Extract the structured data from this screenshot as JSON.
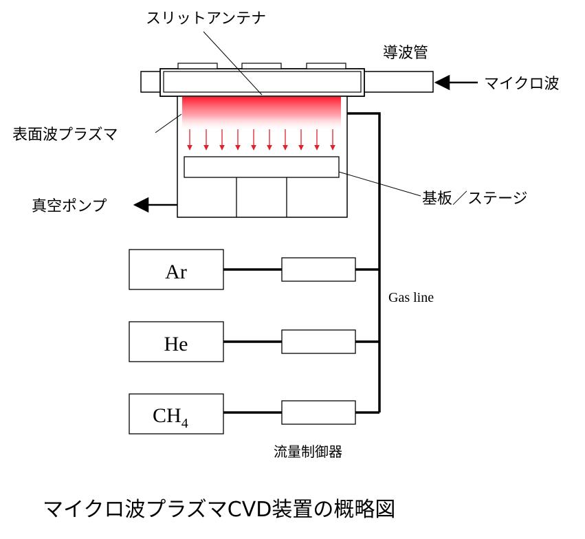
{
  "labels": {
    "slit_antenna": "スリットアンテナ",
    "waveguide": "導波管",
    "microwave": "マイクロ波",
    "surface_wave_plasma": "表面波プラズマ",
    "substrate_stage": "基板／ステージ",
    "vacuum_pump": "真空ポンプ",
    "gas_line": "Gas line",
    "mass_flow_controller": "流量制御器"
  },
  "gases": {
    "ar": "Ar",
    "he": "He",
    "ch4_main": "CH",
    "ch4_sub": "4"
  },
  "title": "マイクロ波プラズマCVD装置の概略図",
  "colors": {
    "plasma": "#ff1a2a",
    "arrow": "#e0202a",
    "line": "#000000"
  }
}
